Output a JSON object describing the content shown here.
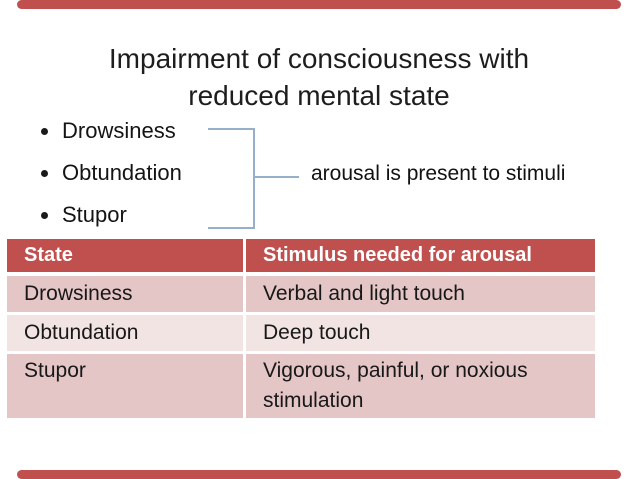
{
  "slide": {
    "title": {
      "line1": "Impairment of consciousness with",
      "line2": "reduced mental state"
    },
    "bullets": [
      "Drowsiness",
      "Obtundation",
      "Stupor"
    ],
    "callout": {
      "label": "arousal is present to stimuli"
    },
    "table": {
      "headers": [
        "State",
        "Stimulus needed for arousal"
      ],
      "rows": [
        {
          "state": "Drowsiness",
          "stimulus": "Verbal and light touch"
        },
        {
          "state": "Obtundation",
          "stimulus": "Deep touch"
        },
        {
          "state": "Stupor",
          "stimulus": "Vigorous, painful, or noxious stimulation"
        }
      ]
    },
    "colors": {
      "accent_red": "#c0504d",
      "table_header_text": "#ffffff",
      "row_odd_bg": "#e3c6c5",
      "row_even_bg": "#f1e4e3",
      "bracket_blue": "#97afc8",
      "body_text": "#1c1c1c"
    }
  }
}
